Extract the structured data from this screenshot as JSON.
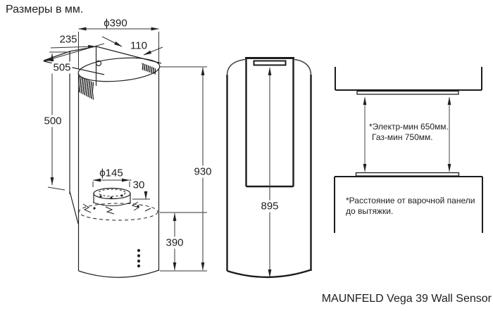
{
  "title": "Размеры в мм.",
  "caption": "MAUNFELD Vega 39 Wall Sensor",
  "iso_view": {
    "dim_top_diameter": "ϕ390",
    "dim_top_depth": "235",
    "dim_outlet_offset": "110",
    "dim_depth": "505",
    "dim_upper_height": "500",
    "dim_duct_diameter": "ϕ145",
    "dim_collar_height": "30",
    "dim_lower_height": "390",
    "dim_total_height": "930"
  },
  "front_view": {
    "dim_height": "895"
  },
  "install_diagram": {
    "clearance_line1": "*Электр-мин 650мм.",
    "clearance_line2": "Газ-мин 750мм.",
    "footnote_line1": "*Расстояние от варочной панели",
    "footnote_line2": "до вытяжки."
  }
}
